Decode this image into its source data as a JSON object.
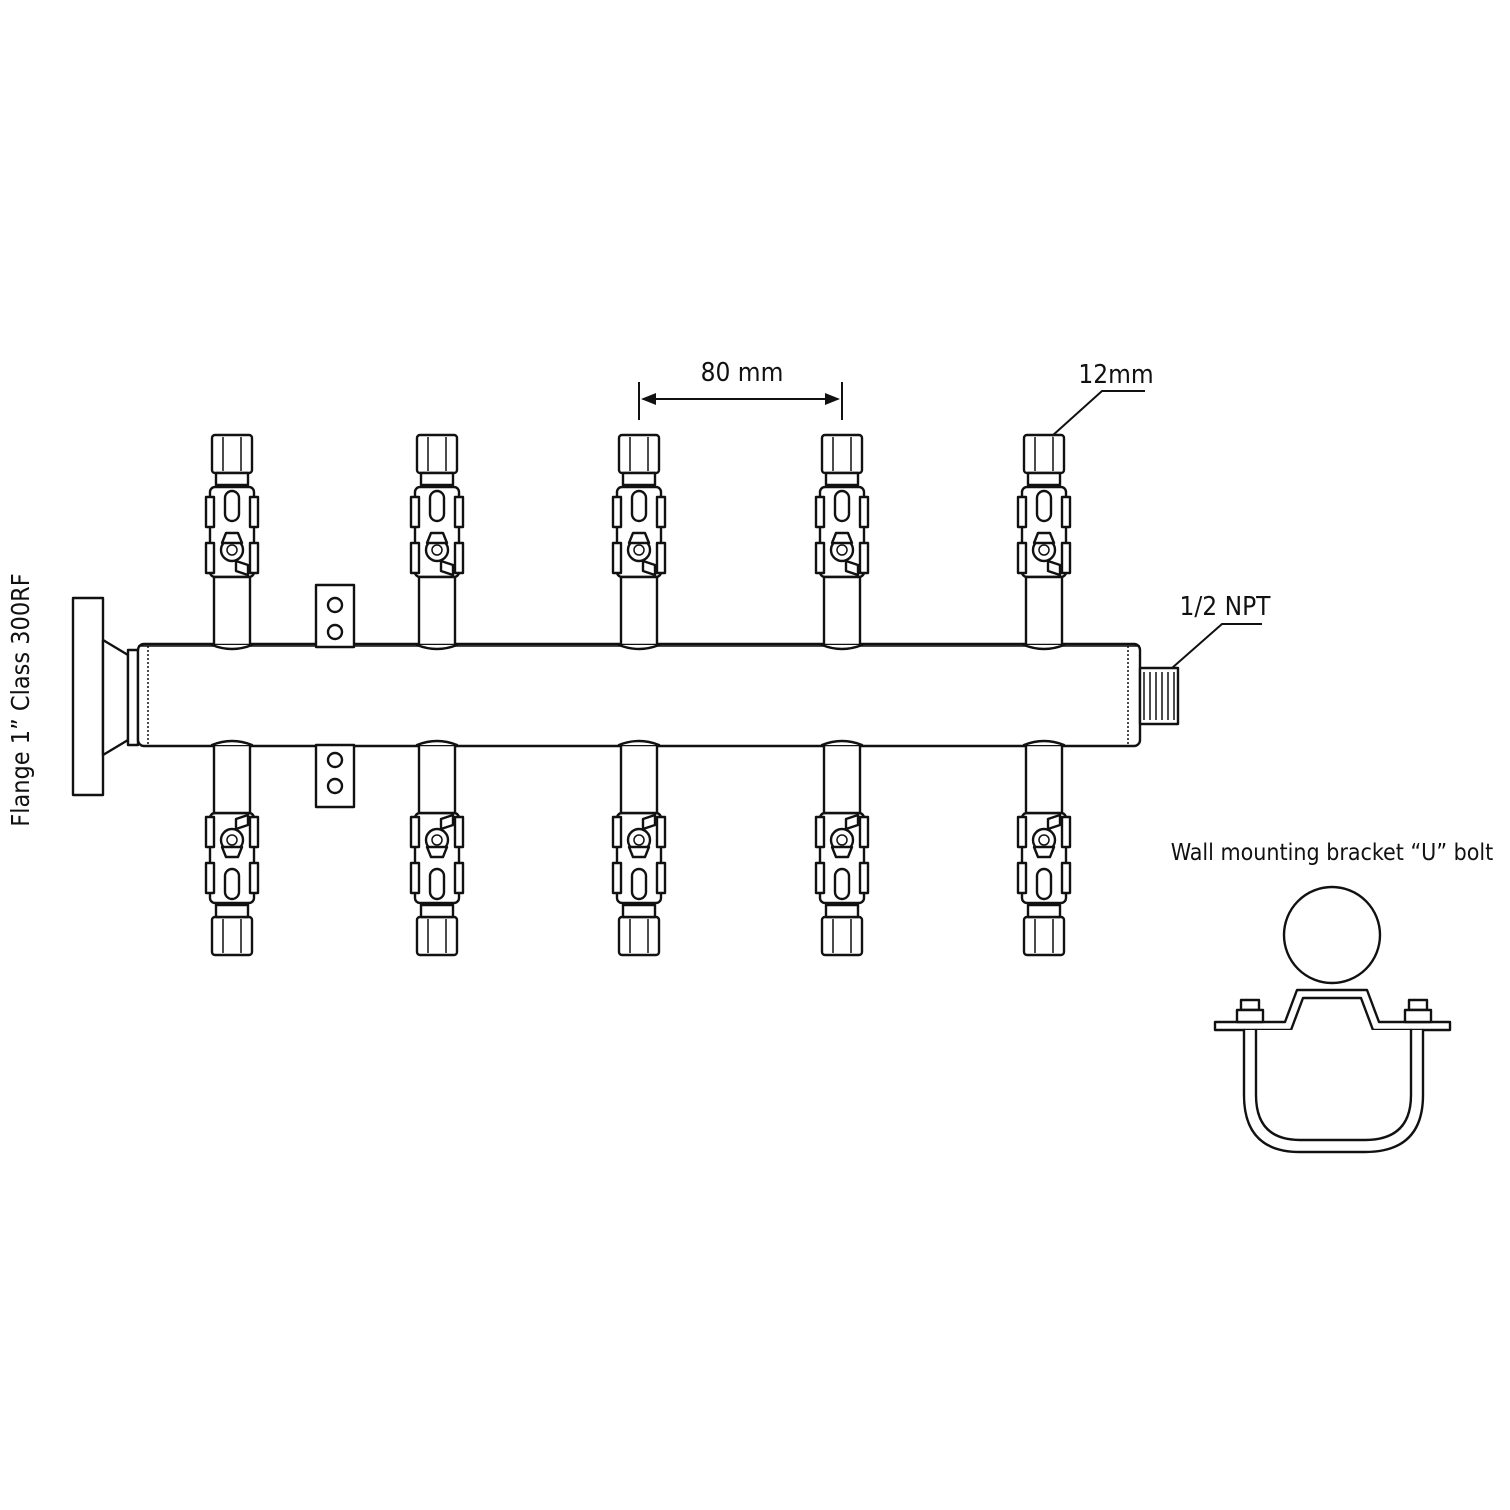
{
  "labels": {
    "flange": "Flange 1” Class 300RF",
    "spacing": "80 mm",
    "tube_size": "12mm",
    "end_thread": "1/2 NPT",
    "bracket": "Wall mounting bracket “U” bolt"
  },
  "manifold": {
    "valves_per_side": 5,
    "sides": [
      "top",
      "bottom"
    ]
  }
}
